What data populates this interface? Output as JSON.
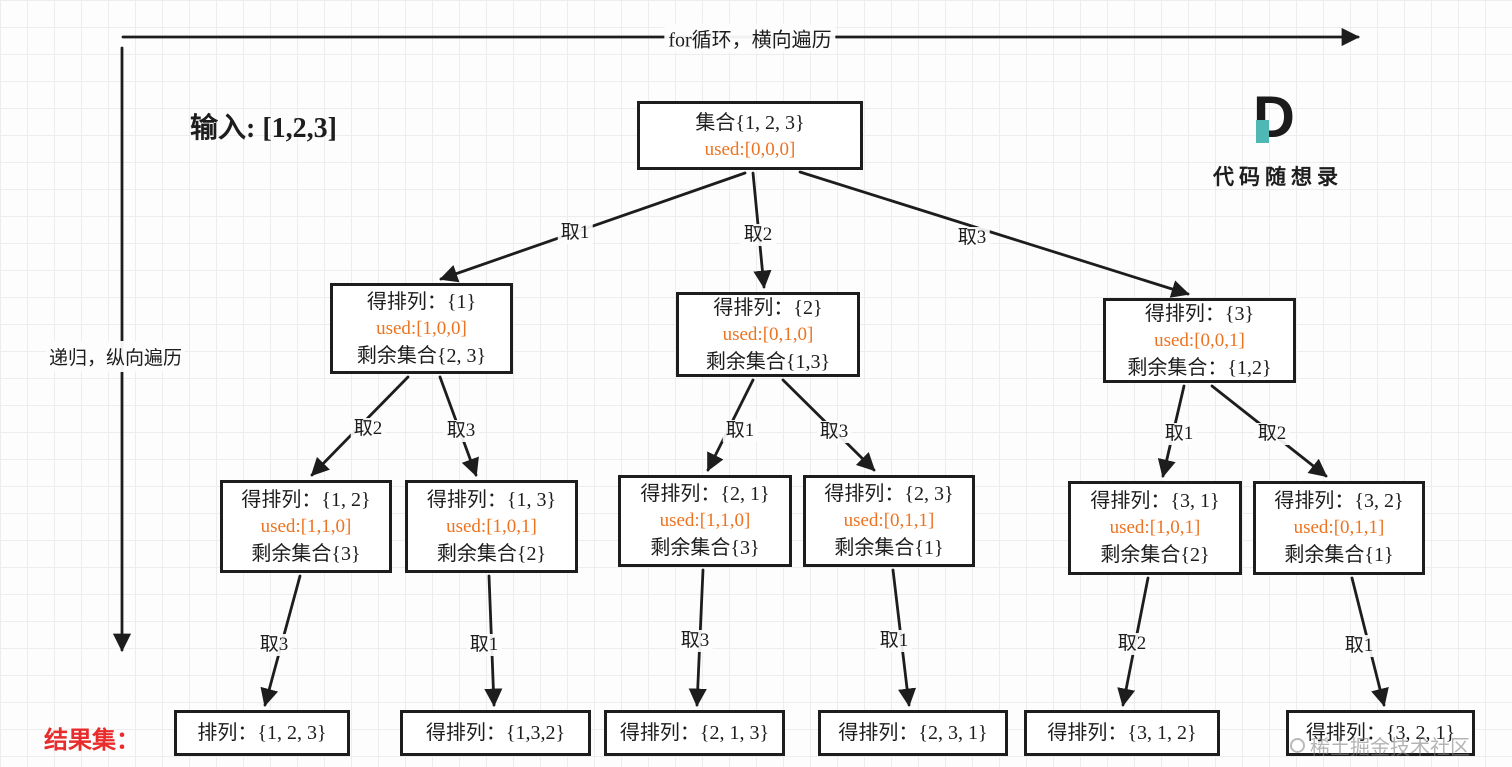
{
  "colors": {
    "orange": "#ed7320",
    "red": "#e82b2b",
    "line": "#1d1d1d",
    "teal": "#4fb8b4"
  },
  "annotations": {
    "top_arrow_label": "for循环，横向遍历",
    "left_arrow_label": "递归，纵向遍历",
    "input_label": "输入: [1,2,3]",
    "result_label": "结果集：",
    "watermark": "稀土掘金技术社区"
  },
  "logo": {
    "letter": "D",
    "text": "代码随想录"
  },
  "tree": {
    "root": {
      "line1": "集合{1, 2, 3}",
      "used": "used:[0,0,0]"
    },
    "level1_edges": [
      "取1",
      "取2",
      "取3"
    ],
    "level2": [
      {
        "line1": "得排列：{1}",
        "used": "used:[1,0,0]",
        "line3": "剩余集合{2, 3}"
      },
      {
        "line1": "得排列：{2}",
        "used": "used:[0,1,0]",
        "line3": "剩余集合{1,3}"
      },
      {
        "line1": "得排列：{3}",
        "used": "used:[0,0,1]",
        "line3": "剩余集合：{1,2}"
      }
    ],
    "level2_edges": [
      "取2",
      "取3",
      "取1",
      "取3",
      "取1",
      "取2"
    ],
    "level3": [
      {
        "line1": "得排列：{1, 2}",
        "used": "used:[1,1,0]",
        "line3": "剩余集合{3}"
      },
      {
        "line1": "得排列：{1, 3}",
        "used": "used:[1,0,1]",
        "line3": "剩余集合{2}"
      },
      {
        "line1": "得排列：{2, 1}",
        "used": "used:[1,1,0]",
        "line3": "剩余集合{3}"
      },
      {
        "line1": "得排列：{2, 3}",
        "used": "used:[0,1,1]",
        "line3": "剩余集合{1}"
      },
      {
        "line1": "得排列：{3, 1}",
        "used": "used:[1,0,1]",
        "line3": "剩余集合{2}"
      },
      {
        "line1": "得排列：{3, 2}",
        "used": "used:[0,1,1]",
        "line3": "剩余集合{1}"
      }
    ],
    "level3_edges": [
      "取3",
      "取1",
      "取3",
      "取1",
      "取2",
      "取1"
    ],
    "leaves": [
      "排列：{1, 2, 3}",
      "得排列：{1,3,2}",
      "得排列：{2, 1, 3}",
      "得排列：{2, 3, 1}",
      "得排列：{3, 1, 2}",
      "得排列：{3, 2, 1}"
    ]
  }
}
